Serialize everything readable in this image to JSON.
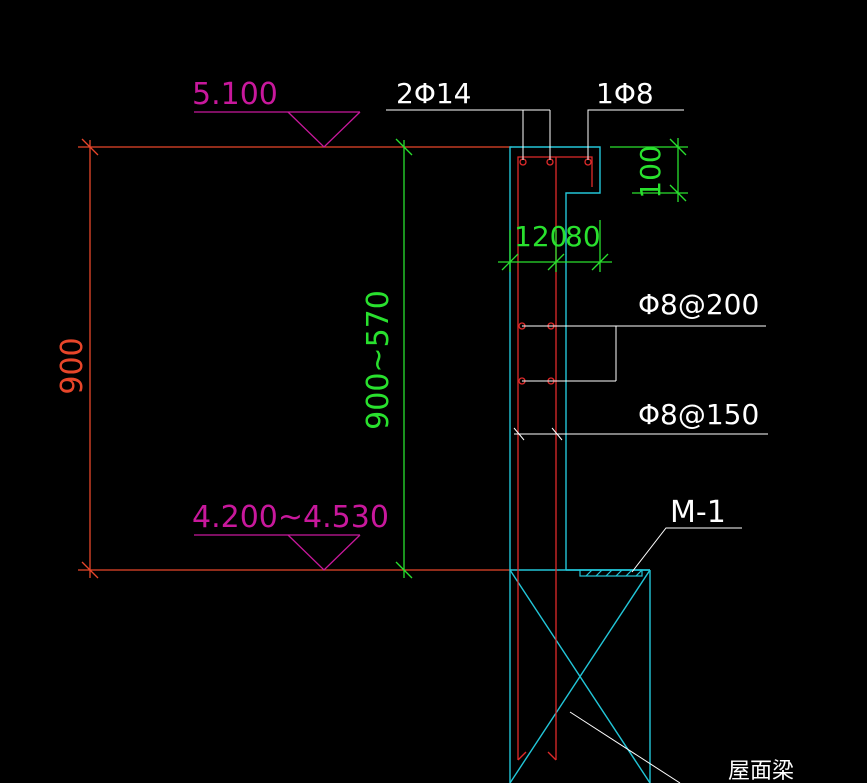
{
  "colors": {
    "background": "#000000",
    "elevation": "#c8189c",
    "dimension_red": "#e8462a",
    "dimension_green": "#29e02e",
    "structure_cyan": "#22c6d8",
    "rebar_red": "#e02a2a",
    "leader_white": "#ffffff"
  },
  "elevations": {
    "top": "5.100",
    "bottom": "4.200~4.530"
  },
  "dimensions": {
    "overall_height": "900",
    "variable_height": "900~570",
    "wall_thickness": "120",
    "lip_width": "80",
    "lip_height": "100"
  },
  "rebar": {
    "top_bars": "2Φ14",
    "lip_bar": "1Φ8",
    "horizontal_bars": "Φ8@200",
    "vertical_bars": "Φ8@150"
  },
  "labels": {
    "member": "M-1",
    "roof_beam": "屋面梁"
  }
}
